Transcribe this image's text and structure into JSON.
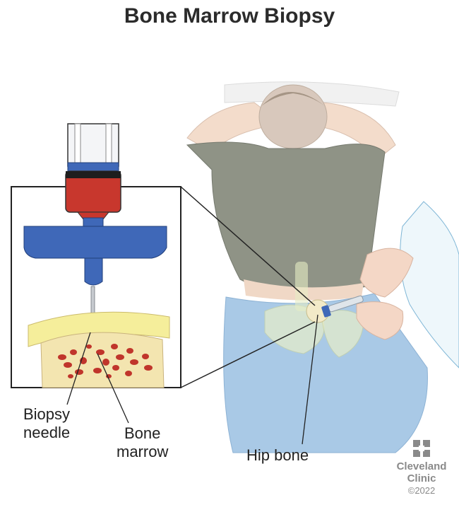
{
  "title": "Bone Marrow Biopsy",
  "labels": {
    "biopsy_needle_line1": "Biopsy",
    "biopsy_needle_line2": "needle",
    "bone_marrow_line1": "Bone",
    "bone_marrow_line2": "marrow",
    "hip_bone": "Hip bone"
  },
  "logo": {
    "line1": "Cleveland",
    "line2": "Clinic",
    "year": "©2022"
  },
  "colors": {
    "syringe_blood": "#c8372d",
    "needle_hub": "#3f68b8",
    "bone_yellow": "#f2e3a4",
    "marrow_red": "#c0352b",
    "shirt": "#8f9386",
    "pants": "#a9c9e6",
    "skin": "#f3d7c5"
  }
}
